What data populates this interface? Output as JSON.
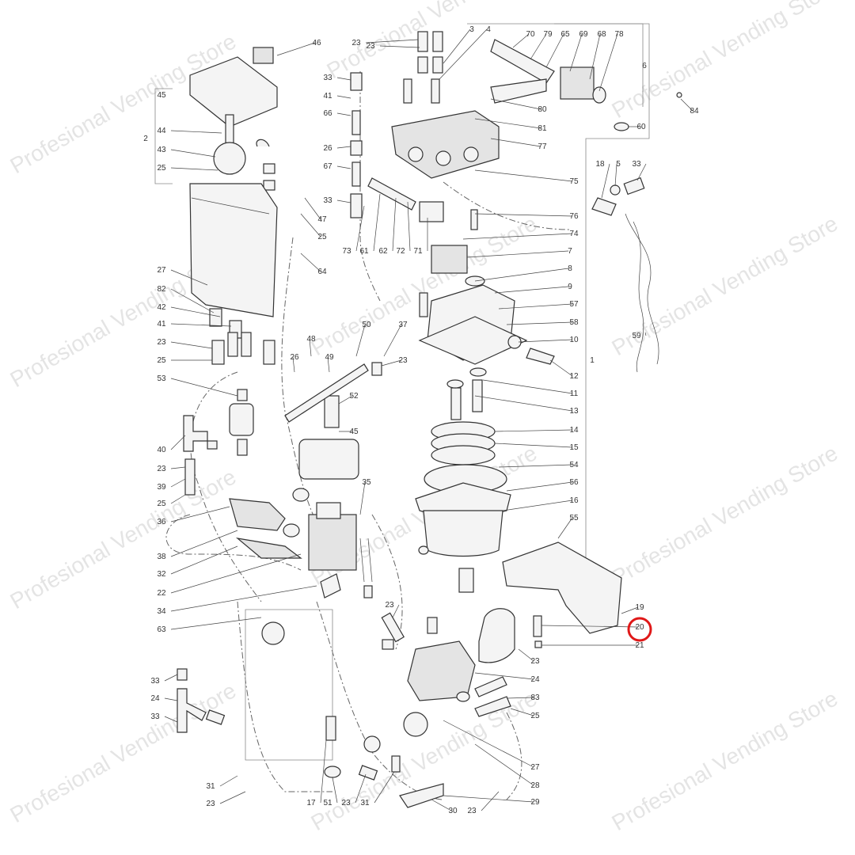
{
  "watermark": "Profesional Vending Store",
  "highlight": {
    "label": "20",
    "color": "#e01818"
  },
  "labels": [
    "46",
    "45",
    "44",
    "2",
    "43",
    "25",
    "27",
    "82",
    "42",
    "41",
    "23",
    "25",
    "53",
    "40",
    "23",
    "39",
    "25",
    "36",
    "38",
    "32",
    "22",
    "34",
    "63",
    "33",
    "24",
    "33",
    "31",
    "23",
    "23",
    "33",
    "41",
    "66",
    "26",
    "67",
    "33",
    "47",
    "25",
    "64",
    "73",
    "61",
    "62",
    "72",
    "71",
    "23",
    "3",
    "4",
    "70",
    "79",
    "65",
    "69",
    "68",
    "78",
    "6",
    "84",
    "80",
    "81",
    "77",
    "60",
    "75",
    "76",
    "74",
    "7",
    "8",
    "9",
    "57",
    "58",
    "10",
    "12",
    "11",
    "13",
    "14",
    "15",
    "54",
    "56",
    "16",
    "55",
    "1",
    "48",
    "26",
    "49",
    "50",
    "37",
    "23",
    "52",
    "45",
    "35",
    "18",
    "5",
    "33",
    "59",
    "19",
    "20",
    "21",
    "23",
    "23",
    "24",
    "83",
    "25",
    "27",
    "28",
    "29",
    "17",
    "51",
    "23",
    "31",
    "30",
    "23"
  ]
}
